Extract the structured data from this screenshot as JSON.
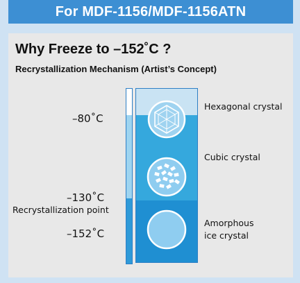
{
  "header": {
    "text": "For MDF-1156/MDF-1156ATN"
  },
  "title": "Why Freeze to –152˚C ?",
  "subtitle": "Recrystallization Mechanism (Artist’s Concept)",
  "temps": {
    "t80": "–80˚C",
    "t130": "–130˚C",
    "recryst": "Recrystallization point",
    "t152": "–152˚C"
  },
  "crystals": {
    "hexagonal": "Hexagonal crystal",
    "cubic": "Cubic crystal",
    "amorphous_1": "Amorphous",
    "amorphous_2": "ice crystal"
  },
  "colors": {
    "header_bg": "#3d8fd3",
    "panel_bg": "#cfe2f3",
    "zone_top": "#c9e3f3",
    "zone_mid": "#35a8dd",
    "zone_bottom": "#1f8fd2",
    "crystal_fill": "#8fcdf0"
  }
}
